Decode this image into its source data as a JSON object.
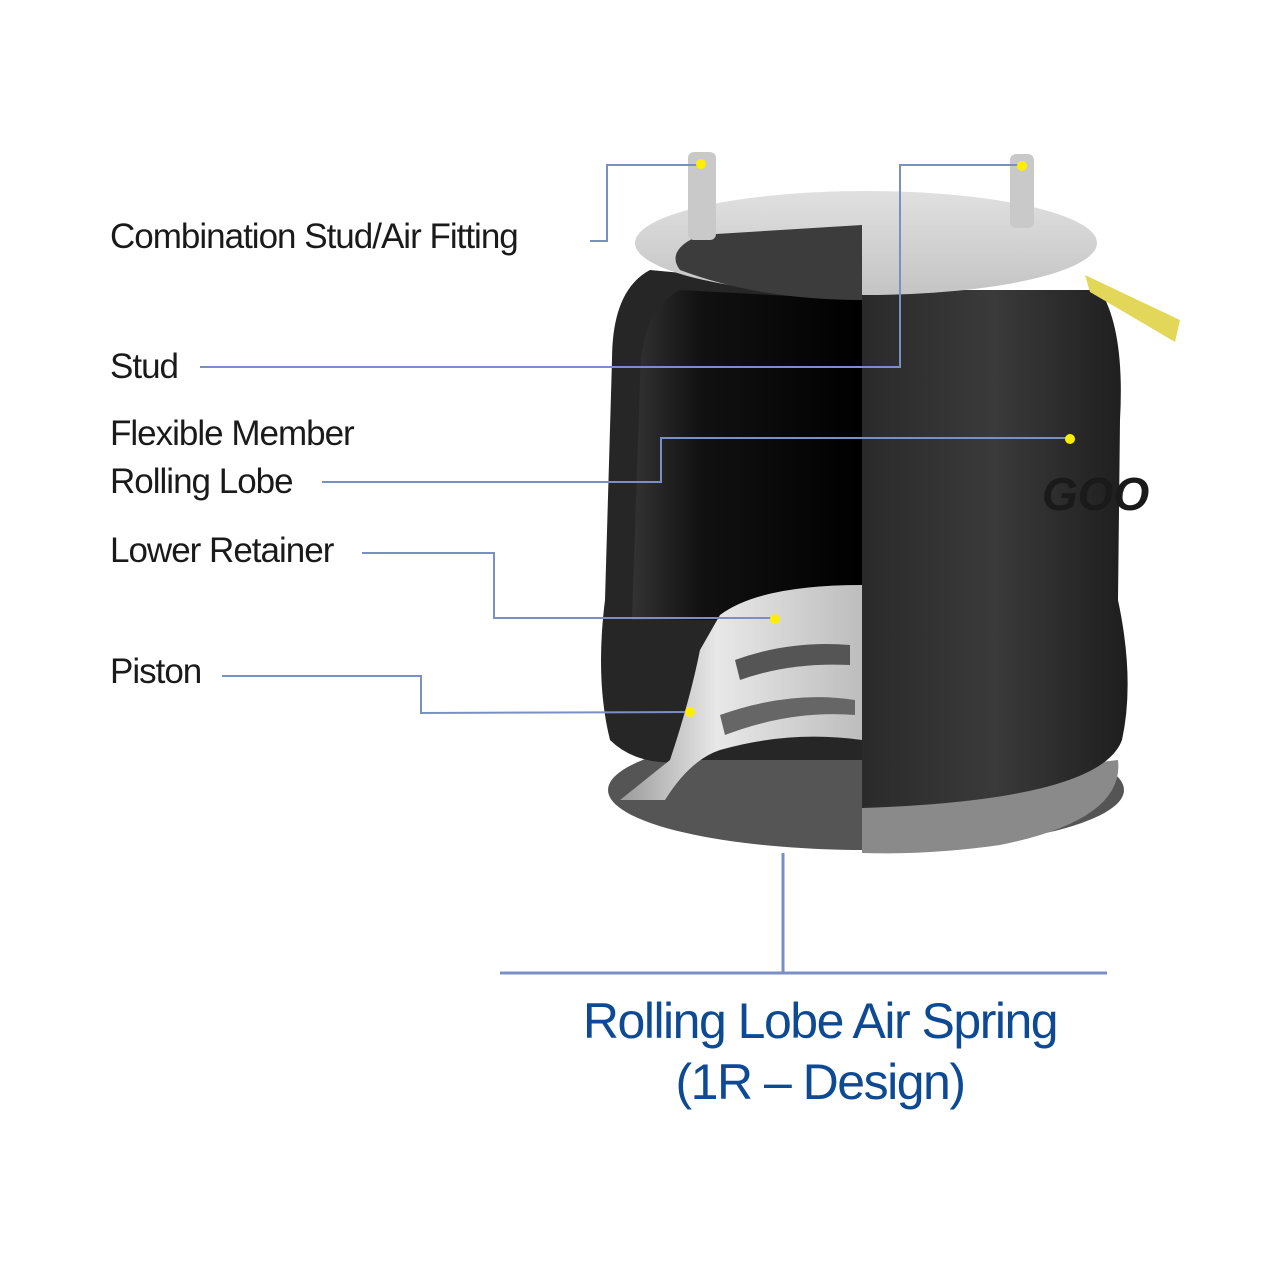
{
  "diagram": {
    "labels": {
      "combination_stud": "Combination Stud/Air Fitting",
      "stud": "Stud",
      "flexible_member": "Flexible Member",
      "rolling_lobe": "Rolling Lobe",
      "lower_retainer": "Lower Retainer",
      "piston": "Piston"
    },
    "title_line1": "Rolling Lobe Air Spring",
    "title_line2": "(1R – Design)",
    "brand_mark": "GOO",
    "colors": {
      "leader": "#7a8fc4",
      "dot": "#ffee00",
      "title": "#0d4a93"
    }
  }
}
